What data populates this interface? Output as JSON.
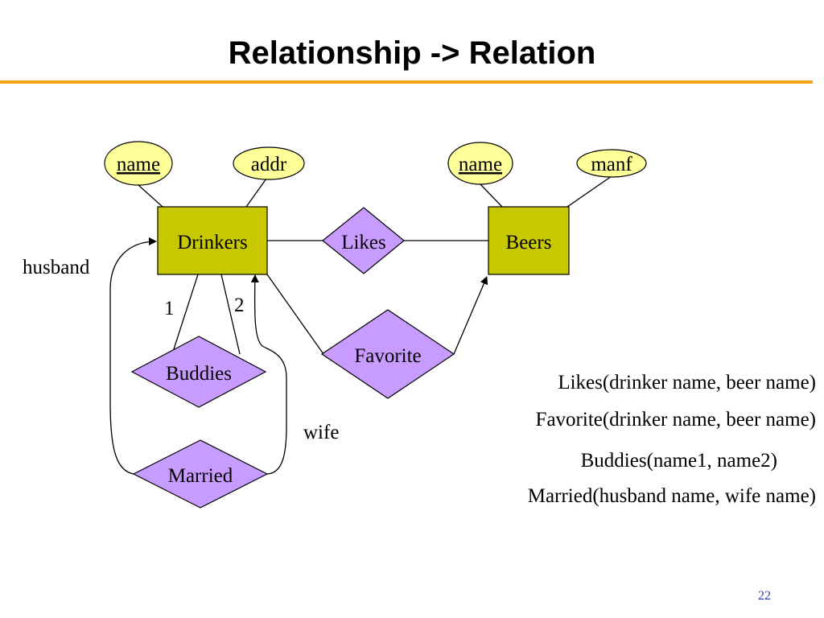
{
  "title": "Relationship -> Relation",
  "colors": {
    "accent_rule": "#f7a21b",
    "entity_fill": "#c8c800",
    "relationship_fill": "#c89cff",
    "attribute_fill": "#ffff99",
    "page_number": "#2e3fb8"
  },
  "diagram": {
    "entities": {
      "drinkers": "Drinkers",
      "beers": "Beers"
    },
    "attributes": {
      "drinker_name": "name",
      "drinker_addr": "addr",
      "beer_name": "name",
      "beer_manf": "manf"
    },
    "relationships": {
      "likes": "Likes",
      "favorite": "Favorite",
      "buddies": "Buddies",
      "married": "Married"
    },
    "role_labels": {
      "husband": "husband",
      "wife": "wife",
      "one": "1",
      "two": "2"
    }
  },
  "relations": [
    "Likes(drinker name, beer name)",
    "Favorite(drinker name, beer name)",
    "Buddies(name1, name2)",
    "Married(husband name, wife name)"
  ],
  "page_number": "22"
}
